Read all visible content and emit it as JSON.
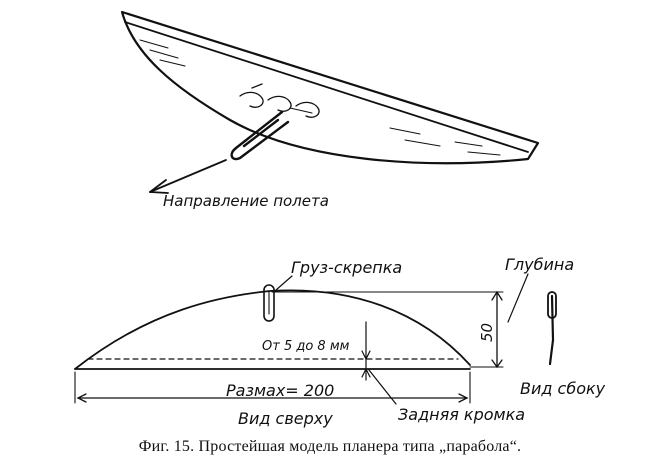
{
  "labels": {
    "flight_direction": "Направление полета",
    "weight_clip": "Груз-скрепка",
    "depth": "Глубина",
    "depth_value": "50",
    "offset": "От 5 до 8 мм",
    "span": "Размах= 200",
    "top_view": "Вид сверху",
    "side_view": "Вид сбоку",
    "trailing_edge": "Задняя кромка"
  },
  "caption": "Фиг. 15. Простейшая модель планера типа „парабола“."
}
